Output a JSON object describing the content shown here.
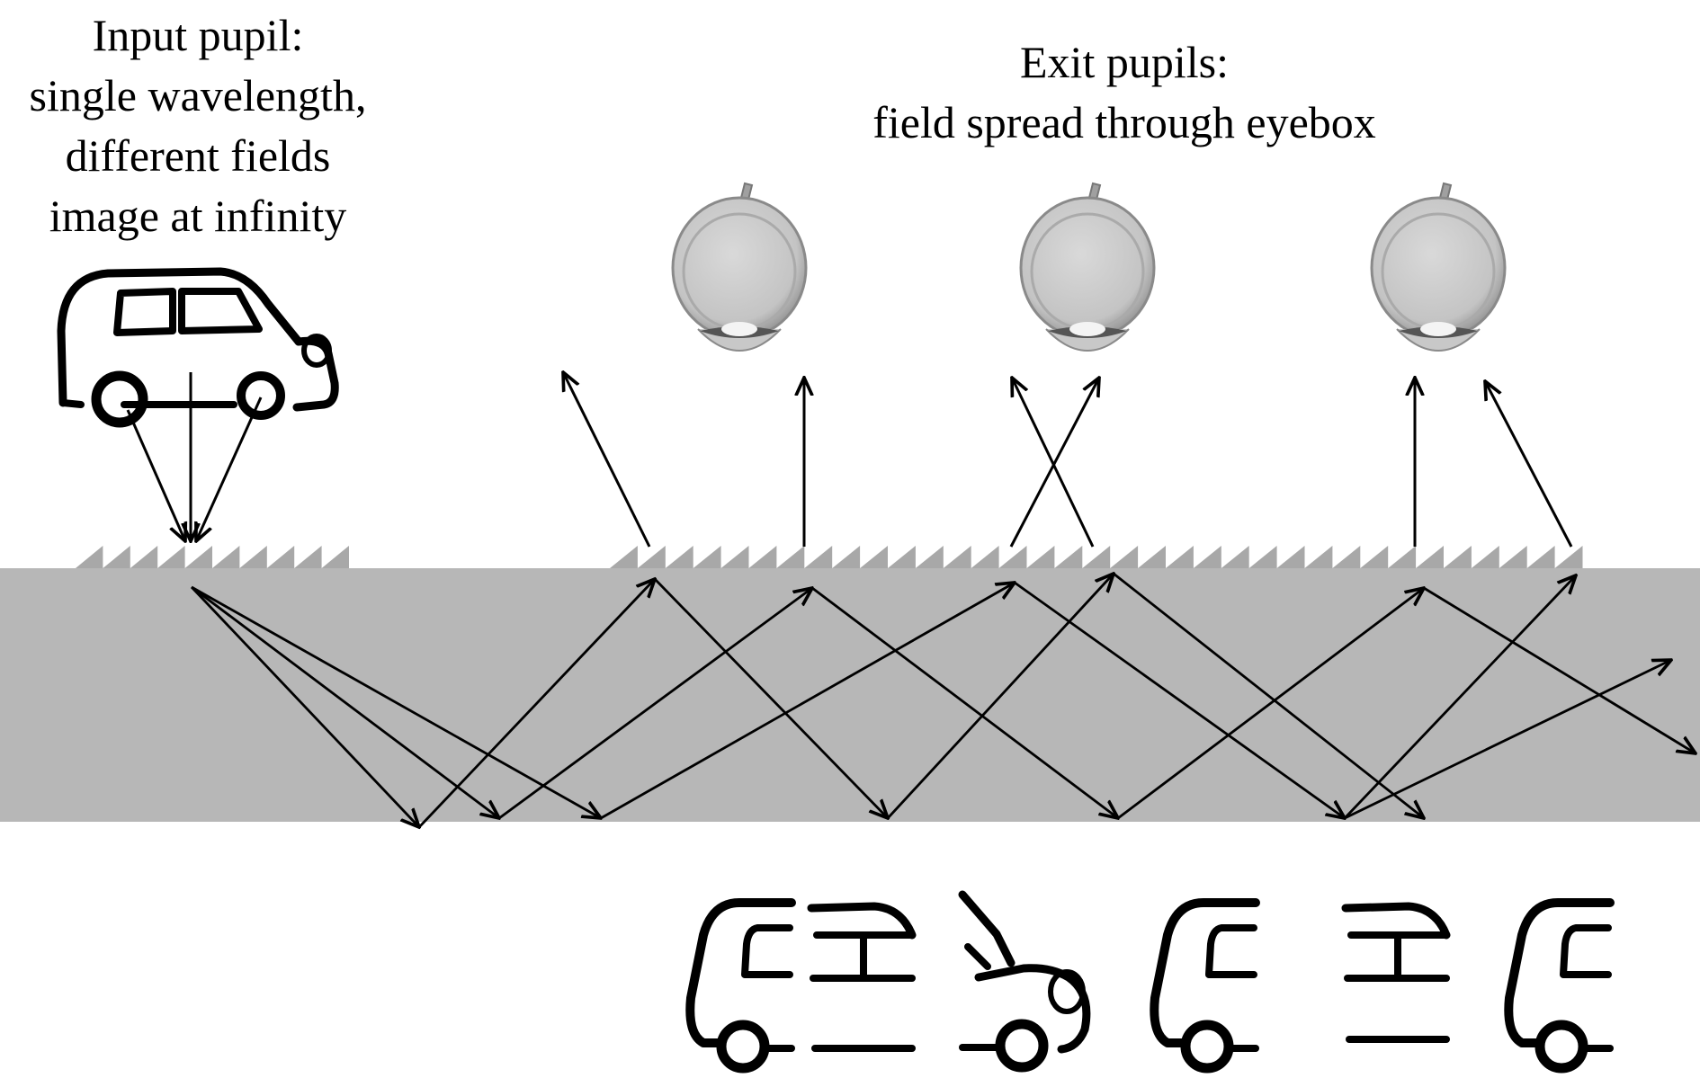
{
  "input_caption": {
    "lines": [
      "Input pupil:",
      "single wavelength,",
      "different fields",
      "image at infinity"
    ]
  },
  "exit_caption": {
    "lines": [
      "Exit pupils:",
      "field spread through eyebox"
    ]
  },
  "icons": {
    "source_image": "car-icon",
    "eye": "eye-icon",
    "image_fragment": "car-fragment-icon"
  },
  "colors": {
    "waveguide": "#b7b7b7",
    "grating": "#a8a8a8",
    "ray": "#000000",
    "eye_fill": "#cfcfcf"
  }
}
